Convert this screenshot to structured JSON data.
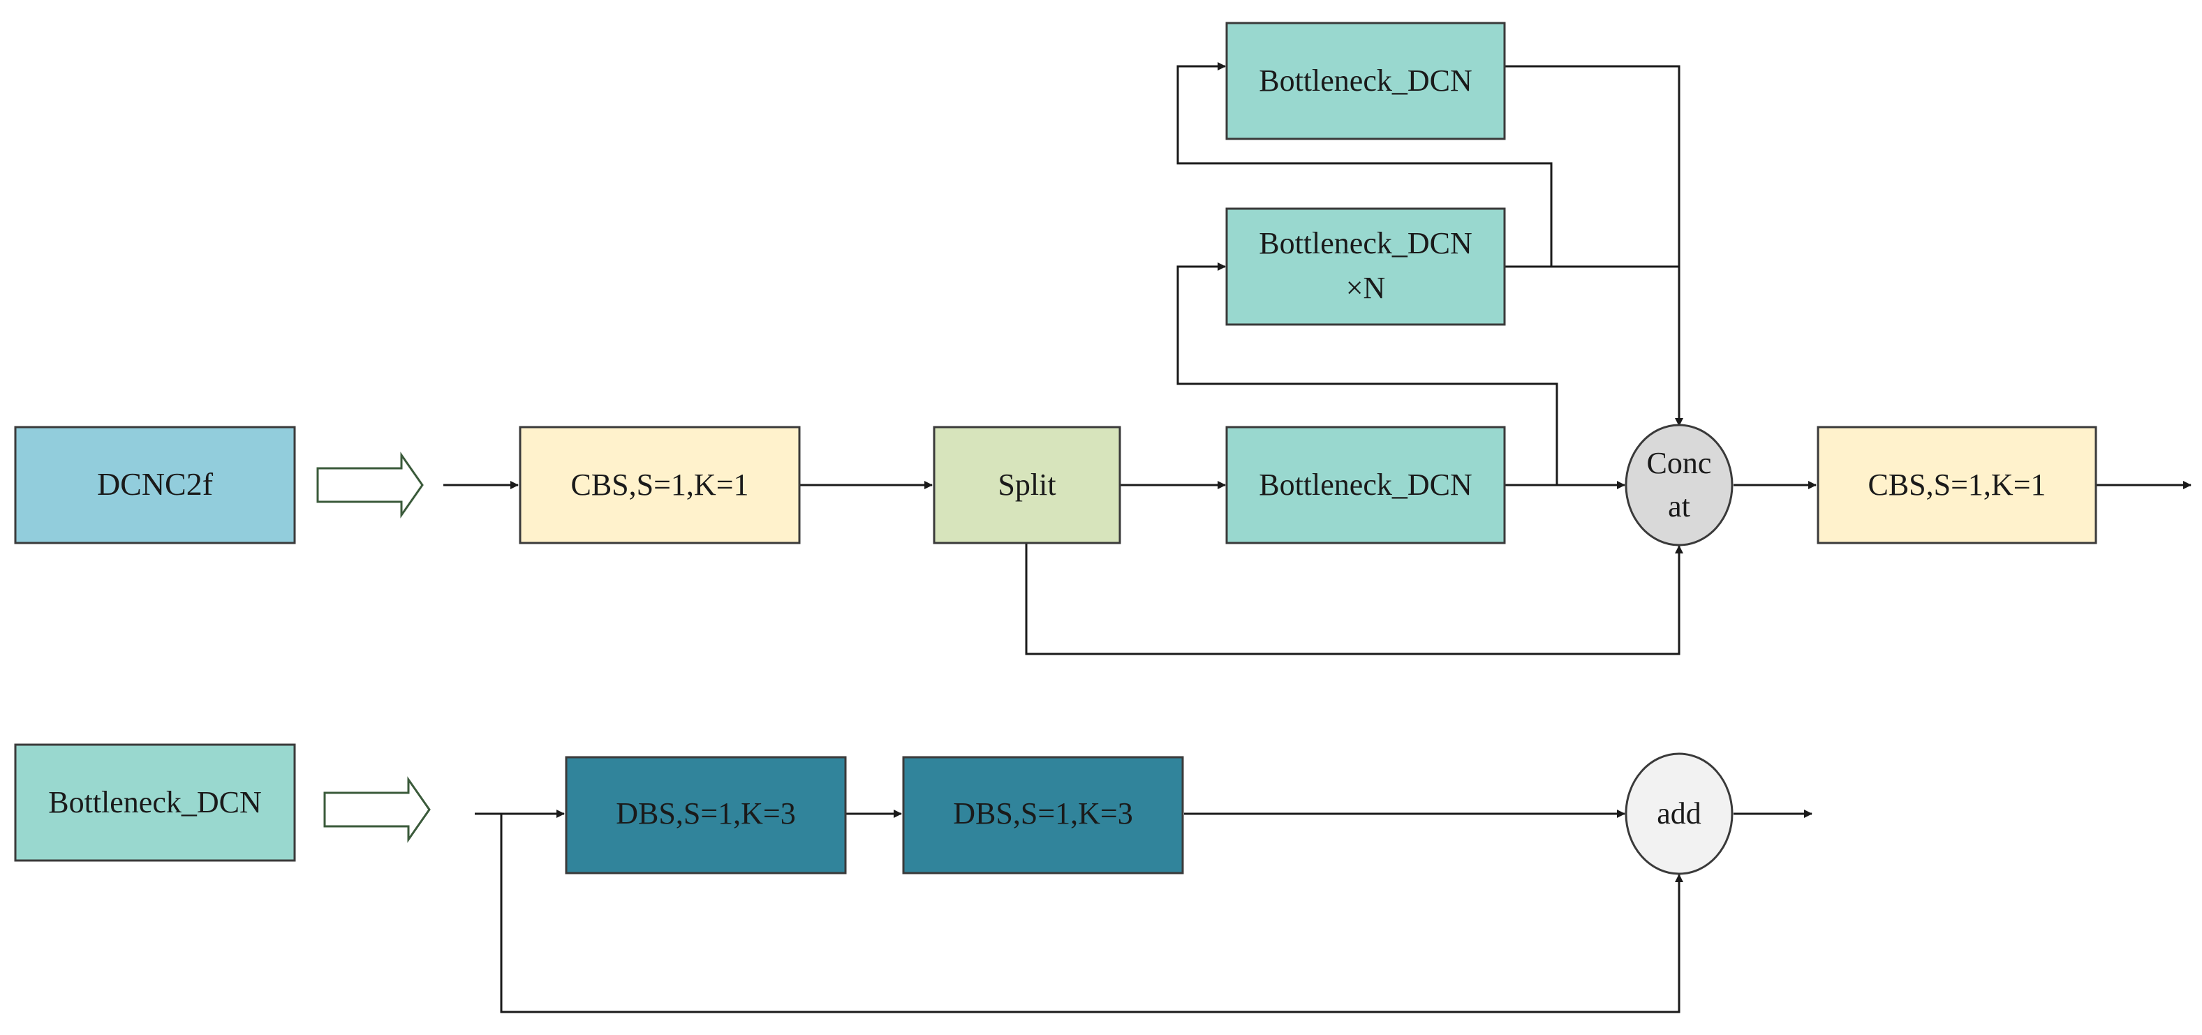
{
  "colors": {
    "dcnc2f_fill": "#92cddc",
    "cbs_fill": "#fff2cc",
    "split_fill": "#d7e4bc",
    "bottleneck_fill": "#99d8cf",
    "dbs_fill": "#31849b",
    "concat_fill": "#d9d9d9",
    "add_fill": "#f2f2f2",
    "border": "#3a3a3a",
    "line": "#1a1a1a"
  },
  "top_diagram": {
    "title_block": "DCNC2f",
    "cbs_in": "CBS,S=1,K=1",
    "split": "Split",
    "bottleneck_1": "Bottleneck_DCN",
    "bottleneck_n_line1": "Bottleneck_DCN",
    "bottleneck_n_line2": "×N",
    "bottleneck_3": "Bottleneck_DCN",
    "concat_line1": "Conc",
    "concat_line2": "at",
    "cbs_out": "CBS,S=1,K=1"
  },
  "bottom_diagram": {
    "title_block": "Bottleneck_DCN",
    "dbs_1": "DBS,S=1,K=3",
    "dbs_2": "DBS,S=1,K=3",
    "add": "add"
  }
}
